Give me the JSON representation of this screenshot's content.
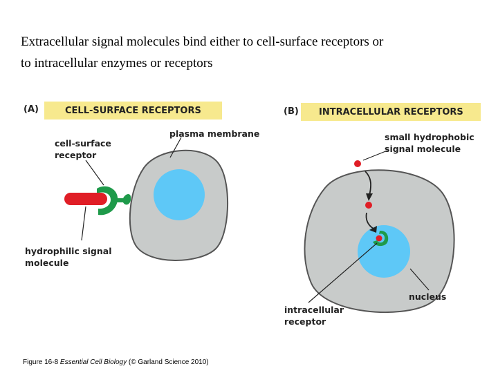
{
  "title": {
    "line1": "Extracellular signal molecules bind either to cell-surface receptors or",
    "line2": "to intracellular enzymes or receptors"
  },
  "panel_a": {
    "letter": "(A)",
    "heading": "CELL-SURFACE RECEPTORS",
    "plasma_membrane": "plasma membrane",
    "receptor_line1": "cell-surface",
    "receptor_line2": "receptor",
    "signal_line1": "hydrophilic signal",
    "signal_line2": "molecule"
  },
  "panel_b": {
    "letter": "(B)",
    "heading": "INTRACELLULAR RECEPTORS",
    "small_line1": "small hydrophobic",
    "small_line2": "signal molecule",
    "nucleus": "nucleus",
    "intra_line1": "intracellular",
    "intra_line2": "receptor"
  },
  "caption": {
    "prefix": "Figure 16-8",
    "book": "Essential Cell Biology",
    "suffix": "(© Garland Science 2010)"
  },
  "colors": {
    "cell_fill": "#c8cbca",
    "cell_stroke": "#555555",
    "nucleus": "#5ec8f7",
    "receptor": "#1e9a4a",
    "signal": "#e01e26",
    "heading_bar": "#f7e98e"
  }
}
